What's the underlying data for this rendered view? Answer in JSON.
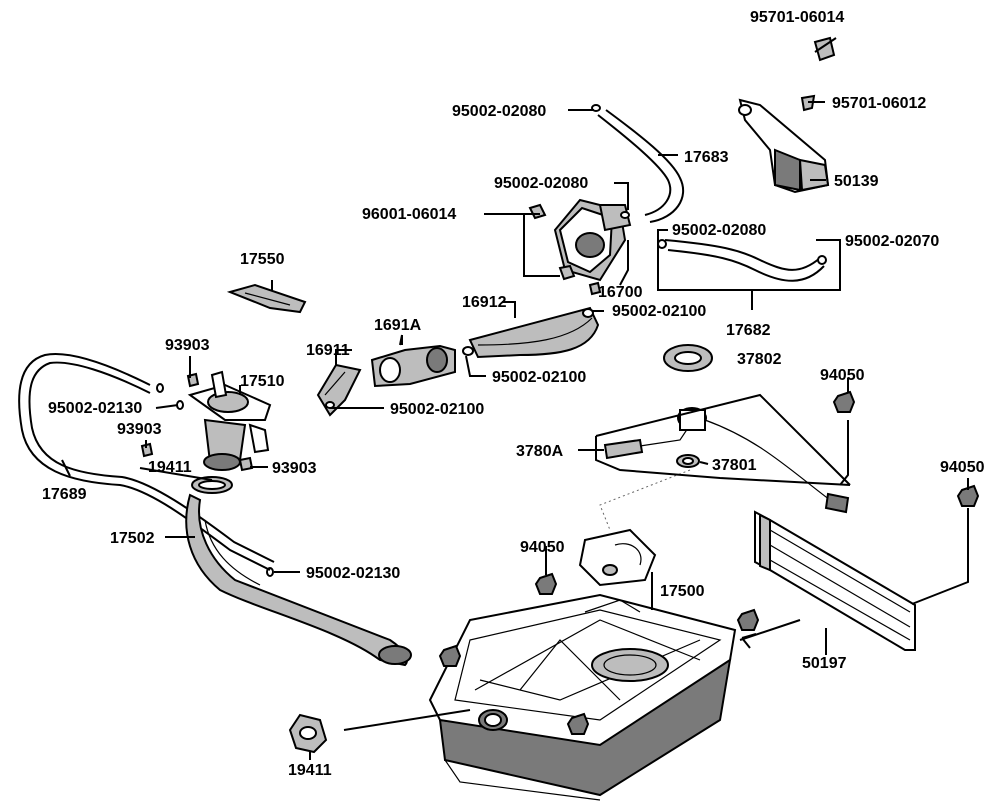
{
  "labels": {
    "p95701_06014": "95701-06014",
    "p95701_06012": "95701-06012",
    "p95002_02080_a": "95002-02080",
    "p17683": "17683",
    "p50139": "50139",
    "p95002_02080_b": "95002-02080",
    "p96001_06014": "96001-06014",
    "p95002_02080_c": "95002-02080",
    "p95002_02070": "95002-02070",
    "p17550": "17550",
    "p16700": "16700",
    "p16912": "16912",
    "p95002_02100_a": "95002-02100",
    "p17682": "17682",
    "p1691A": "1691A",
    "p93903_a": "93903",
    "p16911": "16911",
    "p37802": "37802",
    "p95002_02100_b": "95002-02100",
    "p17510": "17510",
    "p94050_a": "94050",
    "p95002_02130_a": "95002-02130",
    "p95002_02100_c": "95002-02100",
    "p93903_b": "93903",
    "p3780A": "3780A",
    "p19411_a": "19411",
    "p93903_c": "93903",
    "p37801": "37801",
    "p94050_b": "94050",
    "p17689": "17689",
    "p17502": "17502",
    "p94050_c": "94050",
    "p95002_02130_b": "95002-02130",
    "p17500": "17500",
    "p50197": "50197",
    "p19411_b": "19411"
  }
}
